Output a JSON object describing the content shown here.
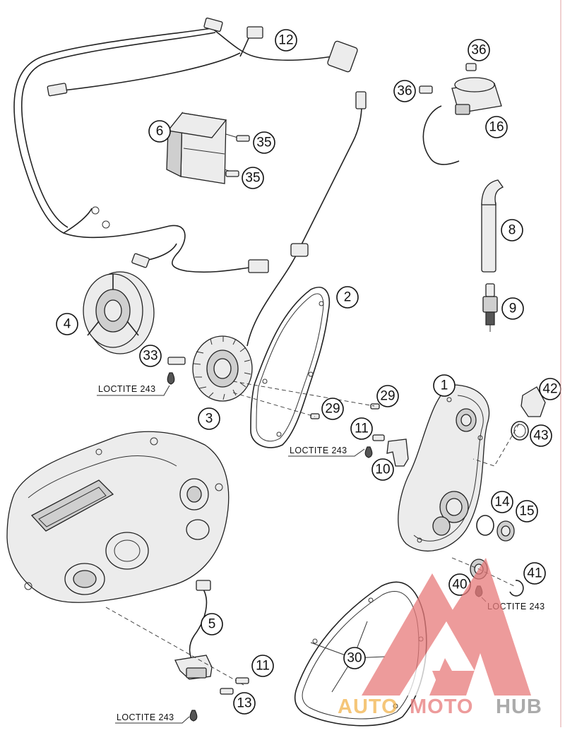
{
  "diagram": {
    "callouts": [
      {
        "id": "c12",
        "label": "12"
      },
      {
        "id": "c36a",
        "label": "36"
      },
      {
        "id": "c36b",
        "label": "36"
      },
      {
        "id": "c16",
        "label": "16"
      },
      {
        "id": "c6",
        "label": "6"
      },
      {
        "id": "c35a",
        "label": "35"
      },
      {
        "id": "c35b",
        "label": "35"
      },
      {
        "id": "c8",
        "label": "8"
      },
      {
        "id": "c9",
        "label": "9"
      },
      {
        "id": "c4",
        "label": "4"
      },
      {
        "id": "c2",
        "label": "2"
      },
      {
        "id": "c33",
        "label": "33"
      },
      {
        "id": "c3",
        "label": "3"
      },
      {
        "id": "c29a",
        "label": "29"
      },
      {
        "id": "c29b",
        "label": "29"
      },
      {
        "id": "c1",
        "label": "1"
      },
      {
        "id": "c42",
        "label": "42"
      },
      {
        "id": "c43",
        "label": "43"
      },
      {
        "id": "c11a",
        "label": "11"
      },
      {
        "id": "c10",
        "label": "10"
      },
      {
        "id": "c14",
        "label": "14"
      },
      {
        "id": "c15",
        "label": "15"
      },
      {
        "id": "c41",
        "label": "41"
      },
      {
        "id": "c40",
        "label": "40"
      },
      {
        "id": "c5",
        "label": "5"
      },
      {
        "id": "c30",
        "label": "30"
      },
      {
        "id": "c11b",
        "label": "11"
      },
      {
        "id": "c13",
        "label": "13"
      }
    ],
    "notes": [
      {
        "id": "n1",
        "text": "LOCTITE 243"
      },
      {
        "id": "n2",
        "text": "LOCTITE 243"
      },
      {
        "id": "n3",
        "text": "LOCTITE 243"
      },
      {
        "id": "n4",
        "text": "LOCTITE 243"
      }
    ]
  },
  "watermark": {
    "brand_part1": "AUTO",
    "brand_part2": "MOTO",
    "brand_part3": "HUB",
    "colors": {
      "red": "#e03a3a",
      "orange": "#f2a33a",
      "gray": "#8a8a8a"
    }
  }
}
